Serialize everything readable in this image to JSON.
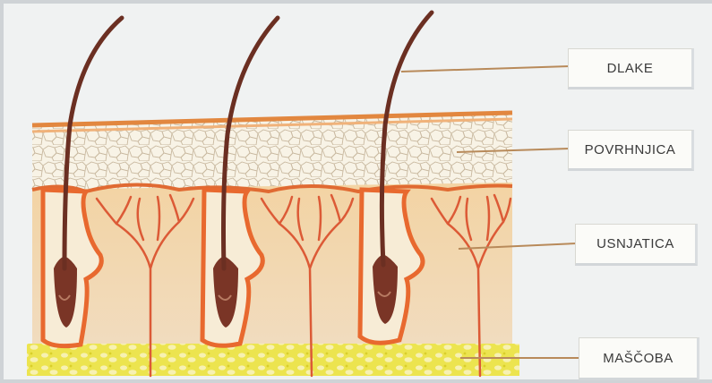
{
  "labels": {
    "dlake": "DLAKE",
    "povrhnjica": "POVRHNJICA",
    "usnjatica": "USNJATICA",
    "mascoba": "MAŠČOBA"
  },
  "colors": {
    "page": "#f1f3f3",
    "epidermis": "#f7f1e2",
    "dermis": "#f2d6a9",
    "fat": "#e9e24a",
    "vessel": "#dc5a36",
    "hair": "#6b2f22",
    "leader_line": "#b88a5a"
  },
  "icons": {
    "hair": "hair-strand-icon",
    "follicle": "hair-follicle-icon",
    "vessel": "blood-vessel-icon"
  }
}
